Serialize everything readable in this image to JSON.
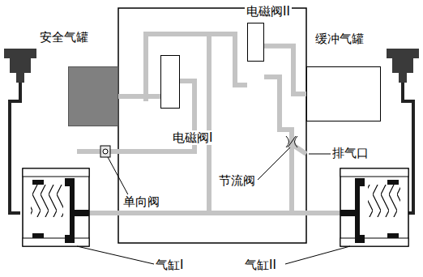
{
  "diagram": {
    "nodes": [
      {
        "text": [
          "安全气罐"
        ]
      },
      {
        "text": [
          "电磁阀I"
        ]
      },
      {
        "text": [
          "电磁阀II"
        ]
      },
      {
        "text": [
          "缓冲气罐"
        ]
      }
    ],
    "edges": [
      {
        "from": 0,
        "to": 1,
        "arrow": "none"
      },
      {
        "from": 2,
        "to": 3,
        "arrow": "none"
      }
    ],
    "labels": [
      "单向阀",
      "节流阀",
      "排气口",
      "气缸I",
      "气缸II"
    ]
  }
}
